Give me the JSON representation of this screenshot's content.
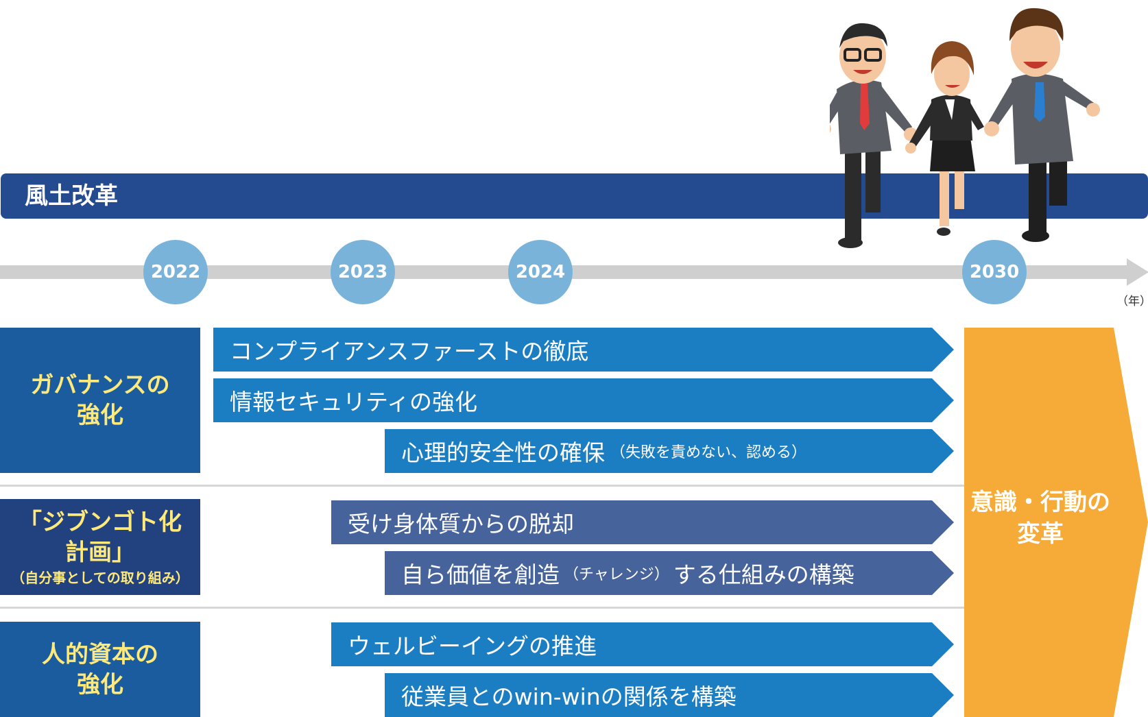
{
  "banner": {
    "label": "風土改革"
  },
  "timeline": {
    "years": [
      "2022",
      "2023",
      "2024",
      "2030"
    ],
    "unit": "（年）"
  },
  "categories": [
    {
      "title_lines": [
        "ガバナンスの",
        "強化"
      ],
      "subtitle": ""
    },
    {
      "title_lines": [
        "「ジブンゴト化",
        "計画」"
      ],
      "subtitle": "（自分事としての取り組み）"
    },
    {
      "title_lines": [
        "人的資本の",
        "強化"
      ],
      "subtitle": ""
    }
  ],
  "initiatives": {
    "compliance": {
      "label": "コンプライアンスファーストの徹底"
    },
    "infosec": {
      "label": "情報セキュリティの強化"
    },
    "psych_safety": {
      "label": "心理的安全性の確保",
      "note": "（失敗を責めない、認める）"
    },
    "break_passive": {
      "label": "受け身体質からの脱却"
    },
    "create_value": {
      "label_before": "自ら価値を創造",
      "note": "（チャレンジ）",
      "label_after": "する仕組みの構築"
    },
    "wellbeing": {
      "label": "ウェルビーイングの推進"
    },
    "win_win": {
      "label": "従業員とのwin-winの関係を構築"
    }
  },
  "goal": {
    "lines": [
      "意識・行動の",
      "変革"
    ]
  },
  "colors": {
    "banner": "#244a8f",
    "category_box": "#1b5c9f",
    "category_box_mid": "#22427f",
    "category_text": "#ffe97a",
    "arrow_blue": "#1c7ec2",
    "arrow_navy": "#46639b",
    "year_circle": "#7ab3da",
    "goal": "#f6aa37"
  }
}
